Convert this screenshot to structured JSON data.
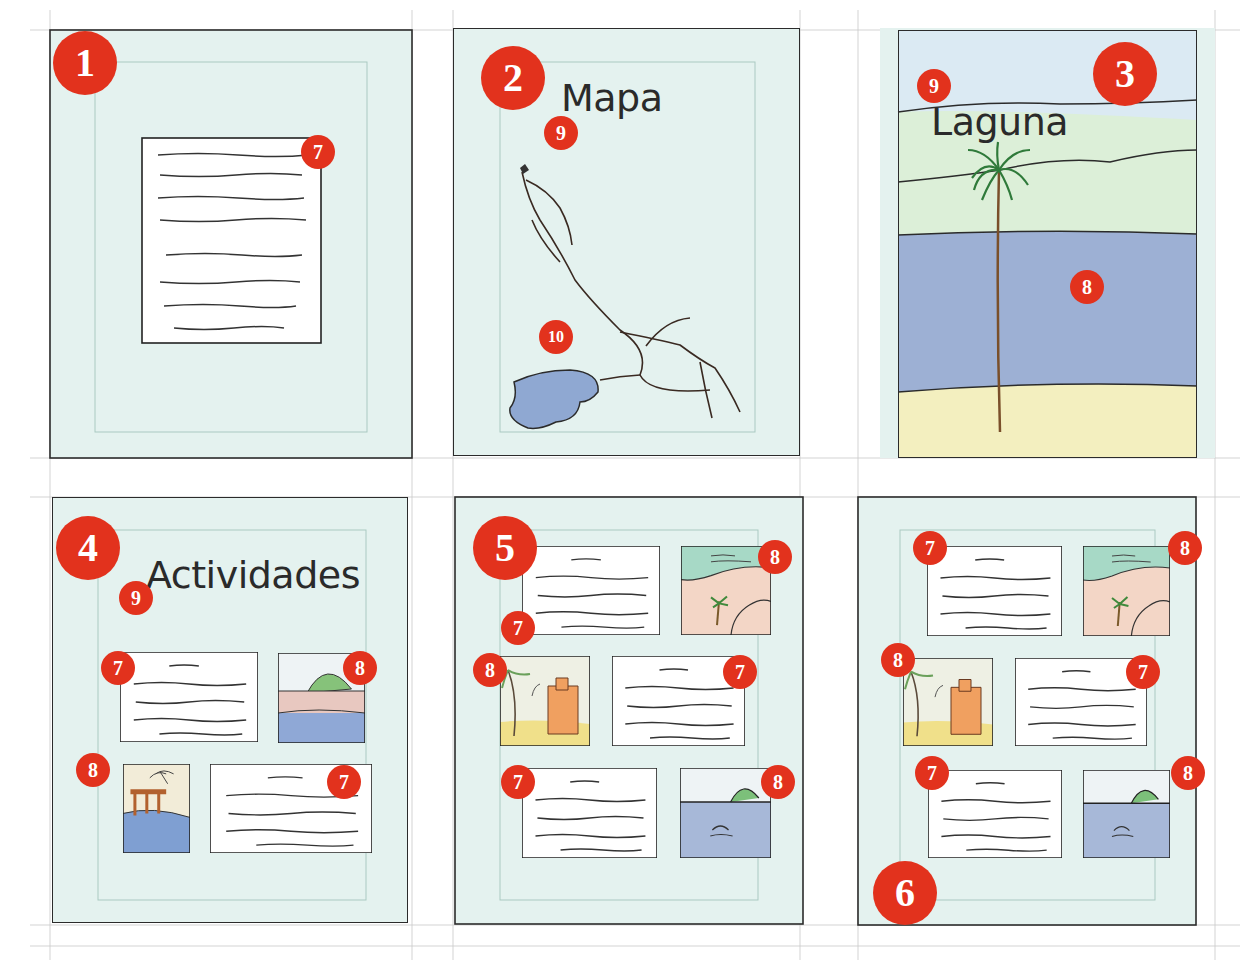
{
  "diagram": {
    "nodes": [
      {
        "text": [
          "Mapa"
        ]
      },
      {
        "text": [
          "Laguna"
        ]
      },
      {
        "text": [
          "Actividades"
        ]
      }
    ],
    "labels": [
      "1",
      "7",
      "2",
      "9",
      "10",
      "9",
      "3",
      "8",
      "4",
      "9",
      "7",
      "8",
      "8",
      "7",
      "5",
      "8",
      "7",
      "8",
      "7",
      "7",
      "8",
      "7",
      "8",
      "8",
      "7",
      "7",
      "8",
      "6"
    ]
  }
}
